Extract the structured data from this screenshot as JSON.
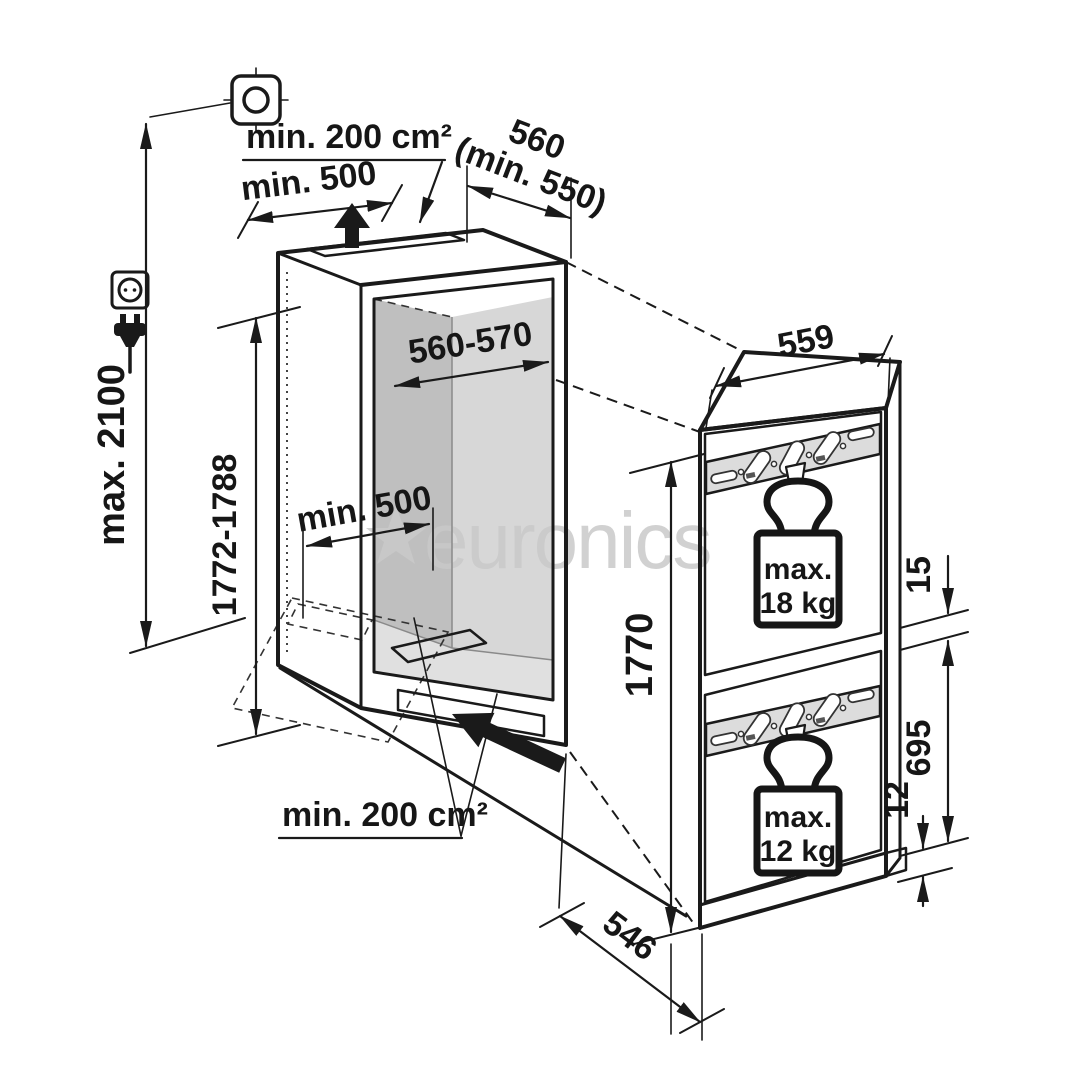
{
  "watermark": {
    "text": "euronics",
    "star_icon": "five-point-star",
    "color": "#c9c9c9"
  },
  "colors": {
    "line": "#1a1a1a",
    "interior_side_wall": "#bfbfbf",
    "interior_back_wall": "#d7d7d7",
    "interior_floor": "#e0e0e0",
    "bracket_strip": "#dcdcdc"
  },
  "niche": {
    "vent_area_top": "min. 200 cm²",
    "clearance_above": "min. 500",
    "depth": "560",
    "depth_min": "(min. 550)",
    "ceiling_height_max": "max. 2100",
    "width_range": "560-570",
    "height_range": "1772-1788",
    "clearance_inside": "min. 500",
    "vent_area_bottom": "min. 200 cm²"
  },
  "appliance": {
    "width": "559",
    "height": "1770",
    "depth": "546",
    "hinge_gap_top": "15",
    "lower_door_height": "695",
    "gap_bottom": "12",
    "upper_door_load": {
      "line1": "max.",
      "line2": "18 kg"
    },
    "lower_door_load": {
      "line1": "max.",
      "line2": "12 kg"
    }
  },
  "icons": {
    "mains_connection": "junction-box-symbol",
    "socket": "power-socket-icon",
    "plug": "power-plug-icon",
    "airflow_top": "up-arrow",
    "airflow_bottom": "inward-arrow",
    "load_limit": "weight-icon"
  }
}
